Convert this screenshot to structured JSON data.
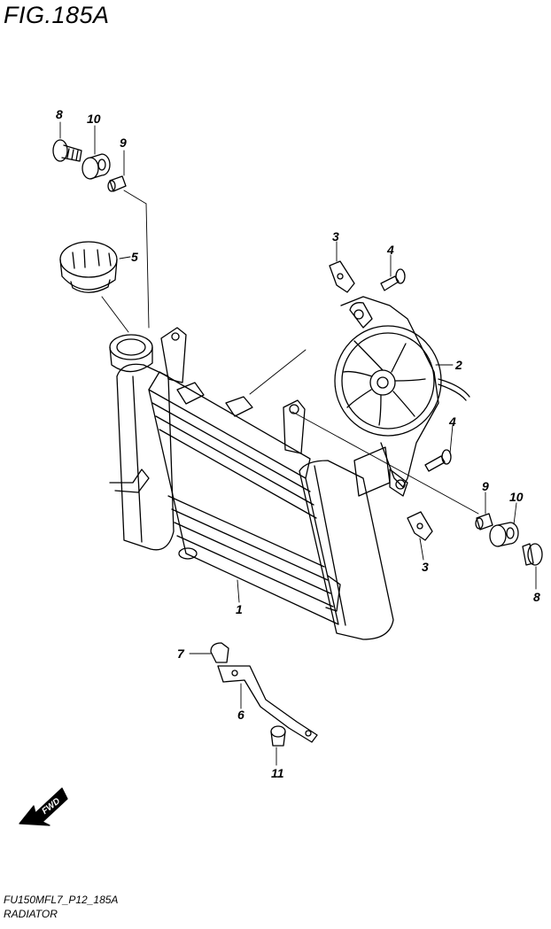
{
  "figure": {
    "title": "FIG.185A"
  },
  "callouts": [
    "8",
    "10",
    "9",
    "5",
    "3",
    "4",
    "2",
    "4",
    "9",
    "10",
    "3",
    "8",
    "1",
    "7",
    "6",
    "11"
  ],
  "fwd_label": "FWD",
  "footer": {
    "code": "FU150MFL7_P12_185A",
    "name": "RADIATOR"
  }
}
